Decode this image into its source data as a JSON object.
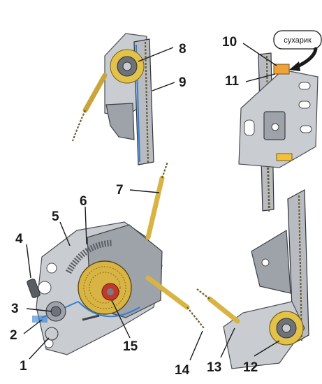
{
  "labels": {
    "n1": "1",
    "n2": "2",
    "n3": "3",
    "n4": "4",
    "n5": "5",
    "n6": "6",
    "n7": "7",
    "n8": "8",
    "n9": "9",
    "n10": "10",
    "n11": "11",
    "n12": "12",
    "n13": "13",
    "n14": "14",
    "n15": "15"
  },
  "callout": {
    "text": "сухарик"
  },
  "colors": {
    "metal": "#c9ccd1",
    "brass": "#e2c24a",
    "accent_blue": "#2f7fd6",
    "outline": "#1a1a1a"
  }
}
